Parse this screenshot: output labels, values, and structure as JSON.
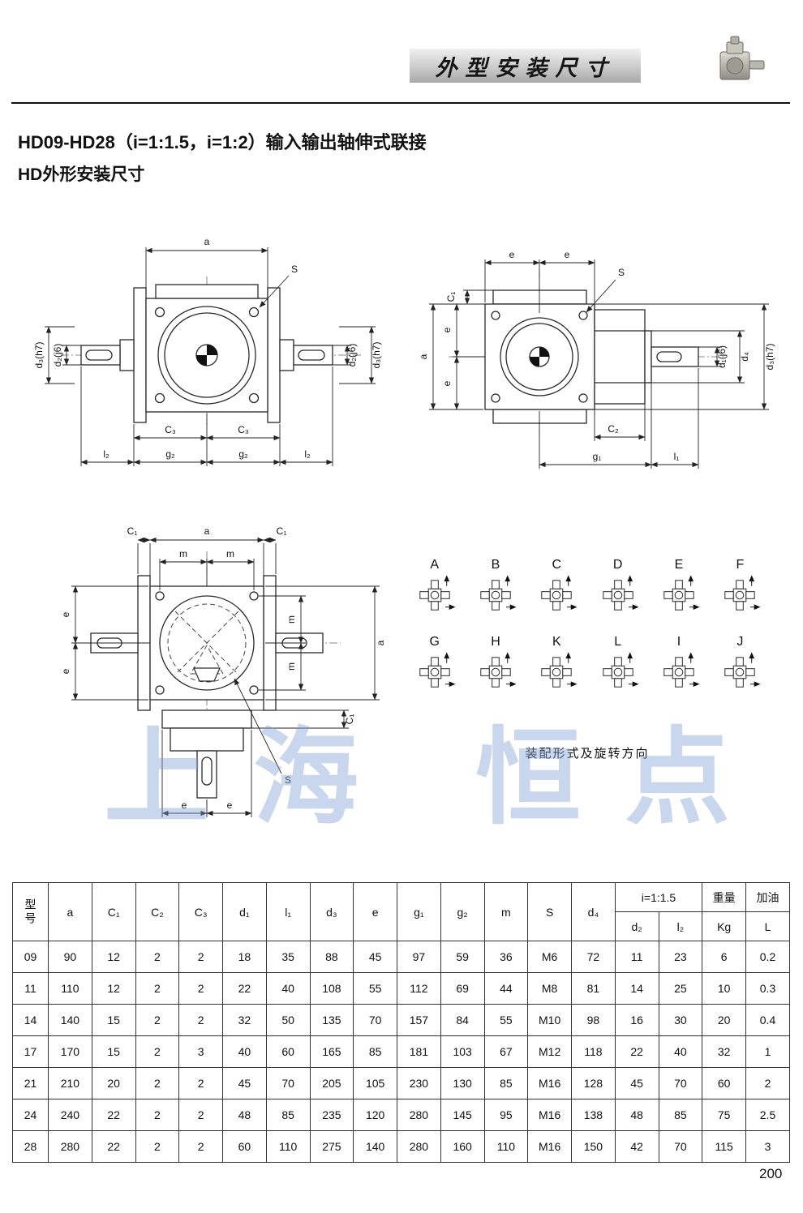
{
  "header": {
    "banner_title": "外型安装尺寸",
    "page_number": "200"
  },
  "titles": {
    "line1": "HD09-HD28（i=1:1.5，i=1:2）输入输出轴伸式联接",
    "line2": "HD外形安装尺寸"
  },
  "watermark": {
    "text": "上海 恒点",
    "color": "#7d9ed7"
  },
  "drawings": {
    "front_view": {
      "labels": {
        "a": "a",
        "s": "S",
        "d3_left": "d₃(h7)",
        "d2_left": "d₂(j6)",
        "d2_right": "d₂(j6)",
        "d3_right": "d₃(h7)",
        "c3_left": "C₃",
        "c3_right": "C₃",
        "l2_left": "l₂",
        "g2_left": "g₂",
        "g2_right": "g₂",
        "l2_right": "l₂"
      }
    },
    "side_view": {
      "labels": {
        "e_top_left": "e",
        "e_top_right": "e",
        "c1": "C₁",
        "s": "S",
        "a": "a",
        "e_left_upper": "e",
        "e_left_lower": "e",
        "d1": "d₁(j6)",
        "d4": "d₄",
        "d3": "d₃(h7)",
        "c2": "C₂",
        "g1": "g₁",
        "l1": "l₁"
      }
    },
    "top_view": {
      "labels": {
        "c1_top_left": "C₁",
        "a_top": "a",
        "c1_top_right": "C₁",
        "m_top_left": "m",
        "m_top_right": "m",
        "e_left_upper": "e",
        "e_left_lower": "e",
        "m_right_upper": "m",
        "m_right_lower": "m",
        "a_right": "a",
        "c1_bottom": "C₁",
        "e_bottom_left": "e",
        "e_bottom_right": "e",
        "s": "S"
      }
    }
  },
  "assembly": {
    "labels": [
      "A",
      "B",
      "C",
      "D",
      "E",
      "F",
      "G",
      "H",
      "K",
      "L",
      "I",
      "J"
    ],
    "caption": "装配形式及旋转方向"
  },
  "table": {
    "col_headers": [
      "型号",
      "a",
      "C₁",
      "C₂",
      "C₃",
      "d₁",
      "l₁",
      "d₃",
      "e",
      "g₁",
      "g₂",
      "m",
      "S",
      "d₄"
    ],
    "group_header": "i=1:1.5",
    "sub_headers": [
      "d₂",
      "l₂"
    ],
    "weight_header": "重量",
    "weight_unit": "Kg",
    "oil_header": "加油",
    "oil_unit": "L",
    "rows": [
      [
        "09",
        "90",
        "12",
        "2",
        "2",
        "18",
        "35",
        "88",
        "45",
        "97",
        "59",
        "36",
        "M6",
        "72",
        "11",
        "23",
        "6",
        "0.2"
      ],
      [
        "11",
        "110",
        "12",
        "2",
        "2",
        "22",
        "40",
        "108",
        "55",
        "112",
        "69",
        "44",
        "M8",
        "81",
        "14",
        "25",
        "10",
        "0.3"
      ],
      [
        "14",
        "140",
        "15",
        "2",
        "2",
        "32",
        "50",
        "135",
        "70",
        "157",
        "84",
        "55",
        "M10",
        "98",
        "16",
        "30",
        "20",
        "0.4"
      ],
      [
        "17",
        "170",
        "15",
        "2",
        "3",
        "40",
        "60",
        "165",
        "85",
        "181",
        "103",
        "67",
        "M12",
        "118",
        "22",
        "40",
        "32",
        "1"
      ],
      [
        "21",
        "210",
        "20",
        "2",
        "2",
        "45",
        "70",
        "205",
        "105",
        "230",
        "130",
        "85",
        "M16",
        "128",
        "45",
        "70",
        "60",
        "2"
      ],
      [
        "24",
        "240",
        "22",
        "2",
        "2",
        "48",
        "85",
        "235",
        "120",
        "280",
        "145",
        "95",
        "M16",
        "138",
        "48",
        "85",
        "75",
        "2.5"
      ],
      [
        "28",
        "280",
        "22",
        "2",
        "2",
        "60",
        "110",
        "275",
        "140",
        "280",
        "160",
        "110",
        "M16",
        "150",
        "42",
        "70",
        "115",
        "3"
      ]
    ]
  }
}
